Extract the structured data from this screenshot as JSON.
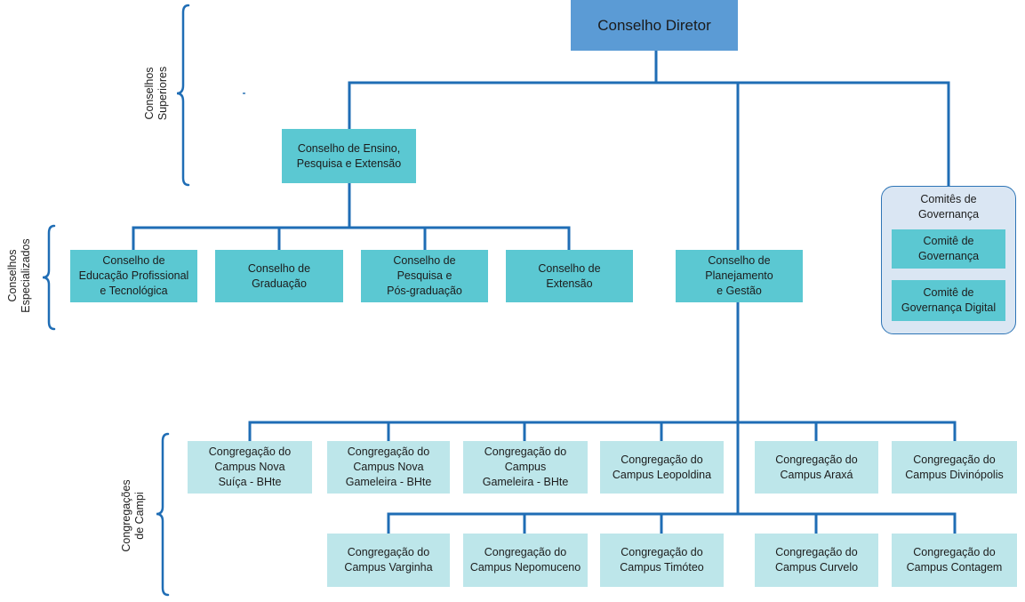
{
  "top": {
    "label": "Conselho  Diretor"
  },
  "conselho_ensino": {
    "label": "Conselho de Ensino,\nPesquisa e Extensão"
  },
  "especializados": [
    {
      "label": "Conselho de\nEducação Profissional\ne Tecnológica"
    },
    {
      "label": "Conselho de\nGraduação"
    },
    {
      "label": "Conselho de\nPesquisa e\nPós-graduação"
    },
    {
      "label": "Conselho de\nExtensão"
    },
    {
      "label": "Conselho de\nPlanejamento\ne Gestão"
    }
  ],
  "governanca": {
    "title": "Comitês de\nGovernança",
    "items": [
      {
        "label": "Comitê de\nGovernança"
      },
      {
        "label": "Comitê de\nGovernança Digital"
      }
    ]
  },
  "campi_row1": [
    {
      "label": "Congregação do\nCampus Nova\nSuíça - BHte"
    },
    {
      "label": "Congregação do\nCampus Nova\nGameleira - BHte"
    },
    {
      "label": "Congregação do\nCampus\nGameleira - BHte"
    },
    {
      "label": "Congregação do\nCampus Leopoldina"
    },
    {
      "label": "Congregação do\nCampus Araxá"
    },
    {
      "label": "Congregação do\nCampus Divinópolis"
    }
  ],
  "campi_row2": [
    {
      "label": "Congregação do\nCampus Varginha"
    },
    {
      "label": "Congregação do\nCampus Nepomuceno"
    },
    {
      "label": "Congregação do\nCampus Timóteo"
    },
    {
      "label": "Congregação do\nCampus Curvelo"
    },
    {
      "label": "Congregação do\nCampus Contagem"
    }
  ],
  "side_labels": {
    "superiores": "Conselhos\nSuperiores",
    "especializados": "Conselhos\nEspecializados",
    "campi": "Congregações\nde Campi"
  },
  "colors": {
    "line": "#1f6db5",
    "top": "#5b9bd5",
    "mid": "#5bc8d2",
    "light": "#bde6ea",
    "group": "#dae6f3"
  }
}
